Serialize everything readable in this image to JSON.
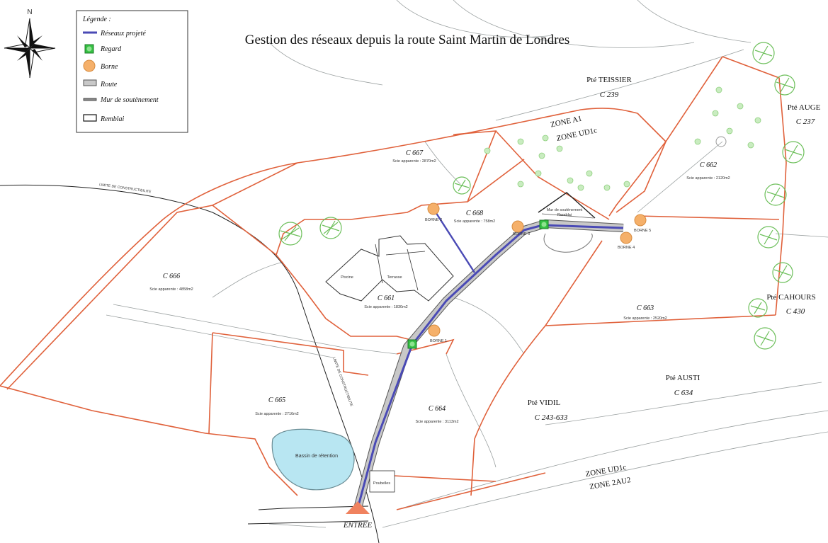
{
  "title": "Gestion des réseaux depuis la route Saint Martin de Londres",
  "compass": {
    "north": "N"
  },
  "legend": {
    "title": "Légende :",
    "items": [
      {
        "symbol": "network-line",
        "label": "Réseaux projeté"
      },
      {
        "symbol": "manhole",
        "label": "Regard"
      },
      {
        "symbol": "terminal",
        "label": "Borne"
      },
      {
        "symbol": "road",
        "label": "Route"
      },
      {
        "symbol": "retaining-wall",
        "label": "Mur de soutènement"
      },
      {
        "symbol": "embankment",
        "label": "Remblai"
      }
    ]
  },
  "colors": {
    "network": "#4a4ab5",
    "parcel_border": "#e0613b",
    "terminal": "#f5b06a",
    "manhole": "#35c043",
    "road": "#b8b8b8",
    "water": "#b8e6f2",
    "entrance": "#f0825f",
    "vegetation": "#6cbf5a"
  },
  "parcels": [
    {
      "id": "C 667",
      "surface": "Scie apparente : 2870m2"
    },
    {
      "id": "C 668",
      "surface": "Scie apparente : 758m2"
    },
    {
      "id": "C 666",
      "surface": "Scie apparente : 4858m2"
    },
    {
      "id": "C 661",
      "surface": "Scie apparente : 1830m2"
    },
    {
      "id": "C 662",
      "surface": "Scie apparente : 2120m2"
    },
    {
      "id": "C 663",
      "surface": "Scie apparente : 2520m2"
    },
    {
      "id": "C 664",
      "surface": "Scie apparente : 3113m2"
    },
    {
      "id": "C 665",
      "surface": "Scie apparente : 2716m2"
    }
  ],
  "properties": [
    {
      "owner": "Pté TEISSIER",
      "ref": "C 239"
    },
    {
      "owner": "Pté AUGE",
      "ref": "C 237"
    },
    {
      "owner": "Pté CAHOURS",
      "ref": "C 430"
    },
    {
      "owner": "Pté AUSTI",
      "ref": "C 634"
    },
    {
      "owner": "Pté VIDIL",
      "ref": "C 243-633"
    }
  ],
  "zones": {
    "north": [
      "ZONE A1",
      "ZONE UD1c"
    ],
    "south": [
      "ZONE UD1c",
      "ZONE 2AU2"
    ]
  },
  "terminals": [
    "BORNE 1",
    "BORNE 2",
    "BORNE 3",
    "BORNE 4",
    "BORNE 5"
  ],
  "building_labels": {
    "pool": "Piscine",
    "terrace": "Terrasse"
  },
  "wall_labels": {
    "wall": "Mur de soutènement",
    "fill": "Remblai"
  },
  "retention_basin": "Bassin de rétention",
  "bins": "Poubelles",
  "constructibility_limit": "LIMITE DE CONSTRUCTIBILITE",
  "entrance": "ENTREE"
}
